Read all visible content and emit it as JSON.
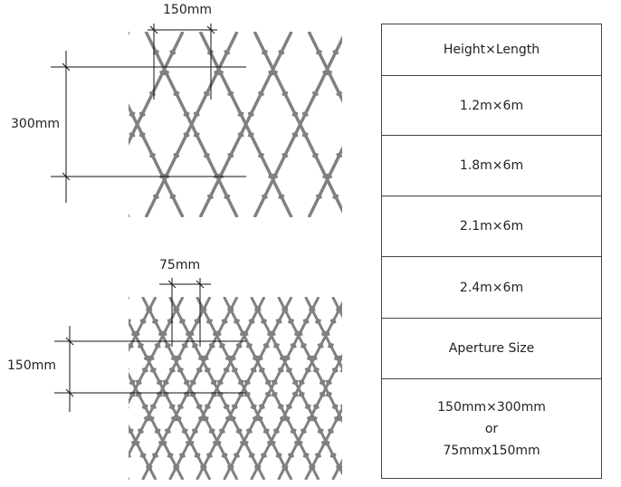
{
  "diagram": {
    "top_mesh": {
      "width_label": "150mm",
      "height_label": "300mm",
      "wire_color": "#808080"
    },
    "bottom_mesh": {
      "width_label": "75mm",
      "height_label": "150mm",
      "wire_color": "#808080"
    }
  },
  "spec_table": {
    "rows": [
      {
        "text": "Height×Length"
      },
      {
        "text": "1.2m×6m"
      },
      {
        "text": "1.8m×6m"
      },
      {
        "text": "2.1m×6m"
      },
      {
        "text": "2.4m×6m"
      },
      {
        "text": "Aperture Size"
      },
      {
        "lines": [
          "150mm×300mm",
          "or",
          "75mmx150mm"
        ]
      }
    ]
  }
}
